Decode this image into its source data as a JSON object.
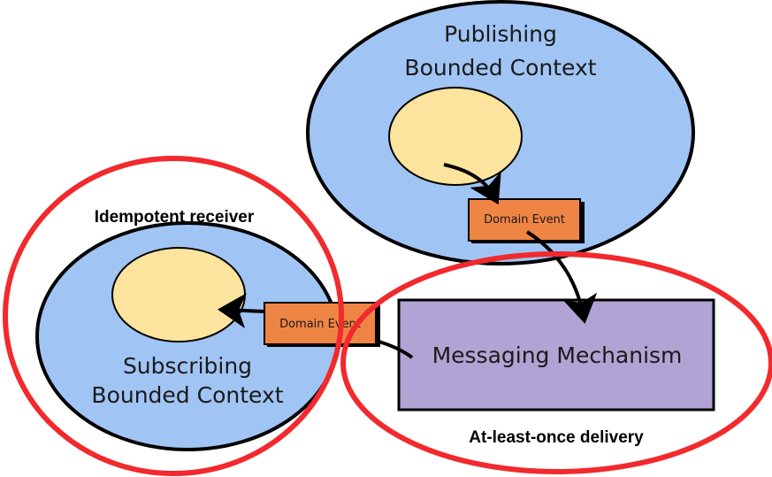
{
  "colors": {
    "context_fill": "#a0c4f4",
    "aggregate_fill": "#fde49e",
    "event_fill": "#ef8545",
    "messaging_fill": "#b1a3d3",
    "highlight_stroke": "#f2292d",
    "outline": "#000000"
  },
  "publishing": {
    "title_line1": "Publishing",
    "title_line2": "Bounded Context"
  },
  "subscribing": {
    "title_line1": "Subscribing",
    "title_line2": "Bounded Context"
  },
  "events": {
    "published_label": "Domain Event",
    "received_label": "Domain Event"
  },
  "messaging": {
    "label": "Messaging Mechanism"
  },
  "annotations": {
    "receiver": "Idempotent receiver",
    "delivery": "At-least-once delivery"
  }
}
